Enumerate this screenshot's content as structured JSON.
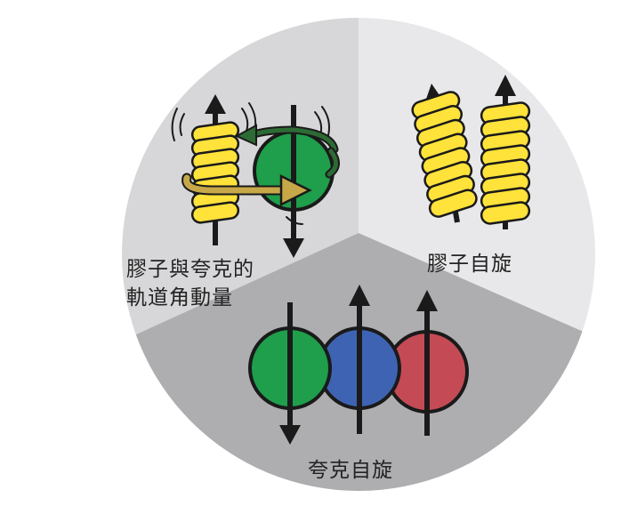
{
  "labels": {
    "orbital_line1": "膠子與夸克的",
    "orbital_line2": "軌道角動量",
    "gluon_spin": "膠子自旋",
    "quark_spin": "夸克自旋"
  },
  "colors": {
    "background": "#ffffff",
    "sector_orbital": "#d7d7d9",
    "sector_gluon": "#e8e8ea",
    "sector_quark": "#aeaeb1",
    "gluon_yellow": "#ffe23a",
    "quark_green": "#1f9e4b",
    "quark_blue": "#3f63b3",
    "quark_red": "#c44b55",
    "orbit_arrow_gold": "#c7a849",
    "orbit_arrow_dark_green": "#2d6b35",
    "outline": "#1a1a1a"
  },
  "icons": {
    "spin_arrow": "arrow-up-icon",
    "gluon": "coil-spring-icon",
    "quark": "sphere-icon"
  }
}
